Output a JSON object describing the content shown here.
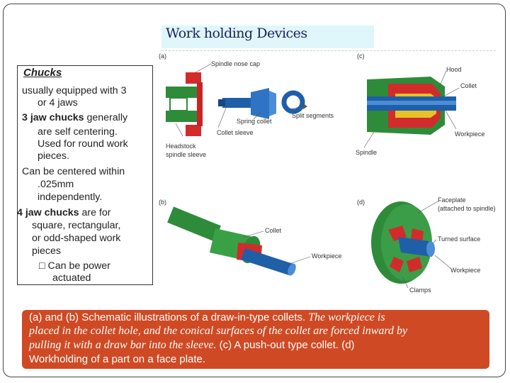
{
  "slide": {
    "title": "Work holding Devices"
  },
  "text_box": {
    "heading": "Chucks",
    "lines": [
      {
        "text": "usually equipped with 3",
        "bold": ""
      },
      {
        "text": "or 4 jaws",
        "bold": ""
      },
      {
        "bold": "3 jaw chucks",
        "text": " generally"
      },
      {
        "text": "are self centering.",
        "bold": ""
      },
      {
        "text": "Used for round work",
        "bold": ""
      },
      {
        "text": "pieces.",
        "bold": ""
      },
      {
        "text": "Can be centered within",
        "bold": ""
      },
      {
        "text": ".025mm",
        "bold": ""
      },
      {
        "text": "independently.",
        "bold": ""
      },
      {
        "bold": "4 jaw chucks",
        "text": " are for"
      },
      {
        "text": "square, rectangular,",
        "bold": ""
      },
      {
        "text": "or odd-shaped work",
        "bold": ""
      },
      {
        "text": "pieces",
        "bold": ""
      },
      {
        "text": "Can be power",
        "bold": "",
        "bullet": "□"
      },
      {
        "text": "actuated",
        "bold": ""
      }
    ]
  },
  "figure": {
    "panels": {
      "a": "(a)",
      "b": "(b)",
      "c": "(c)",
      "d": "(d)"
    },
    "labels_a": {
      "spindle_nose_cap": "Spindle nose cap",
      "spring_collet": "Spring collet",
      "split_segments": "Split segments",
      "collet_sleeve": "Collet sleeve",
      "headstock": "Headstock",
      "spindle_sleeve": "spindle sleeve"
    },
    "labels_b": {
      "collet": "Collet",
      "workpiece": "Workpiece"
    },
    "labels_c": {
      "hood": "Hood",
      "collet": "Collet",
      "workpiece": "Workpiece",
      "spindle": "Spindle"
    },
    "labels_d": {
      "faceplate": "Faceplate",
      "attached": "(attached to spindle)",
      "turned_surface": "Turned surface",
      "workpiece": "Workpiece",
      "clamps": "Clamps"
    },
    "colors": {
      "green": "#2e8b3a",
      "blue": "#1f5fa8",
      "red": "#d22b2b",
      "yellow": "#e6c229"
    }
  },
  "caption": {
    "line1_a": "(a) and (b) Schematic illustrations of a draw-in-type collets.",
    "line1_b": " The workpiece is",
    "line2": "placed in the collet hole, and the conical surfaces of the collet are forced inward by",
    "line3_a": "pulling it with a draw bar into the sleeve.",
    "line3_b": " (c) A push-out type collet. (d)",
    "line4": "Workholding of a part on a face plate."
  }
}
